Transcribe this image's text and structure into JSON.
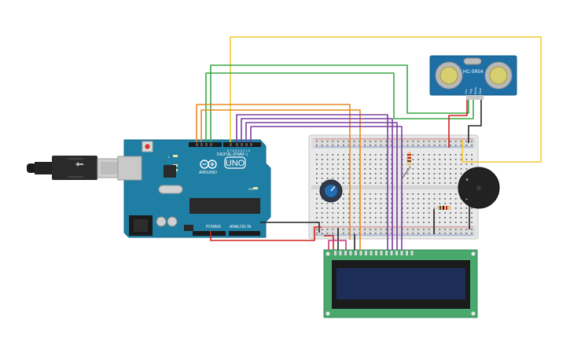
{
  "arduino": {
    "logo_text": "UNO",
    "brand_text": "ARDUINO",
    "digital_header_label": "DIGITAL (PWM~)",
    "analog_header_label": "ANALOG IN",
    "power_header_label": "POWER",
    "tx_label": "TX",
    "rx_label": "RX",
    "l_label": "L",
    "on_label": "ON",
    "board_color": "#1f7ea3"
  },
  "sensor": {
    "model_label": "HC-SR04",
    "pin_labels": [
      "Vcc",
      "Trig",
      "Echo",
      "Gnd"
    ],
    "board_color": "#1d6fa5"
  },
  "buzzer": {
    "plus_label": "+",
    "minus_label": "-",
    "body_color": "#222222"
  },
  "lcd": {
    "pcb_color": "#49a86c",
    "screen_color": "#1c2d57"
  },
  "wires": {
    "colors": {
      "yellow": "#f2cb2e",
      "green": "#39a845",
      "orange": "#e58a20",
      "purple": "#7b3da0",
      "red": "#d32020",
      "black": "#222222",
      "pink": "#c9347a"
    }
  }
}
